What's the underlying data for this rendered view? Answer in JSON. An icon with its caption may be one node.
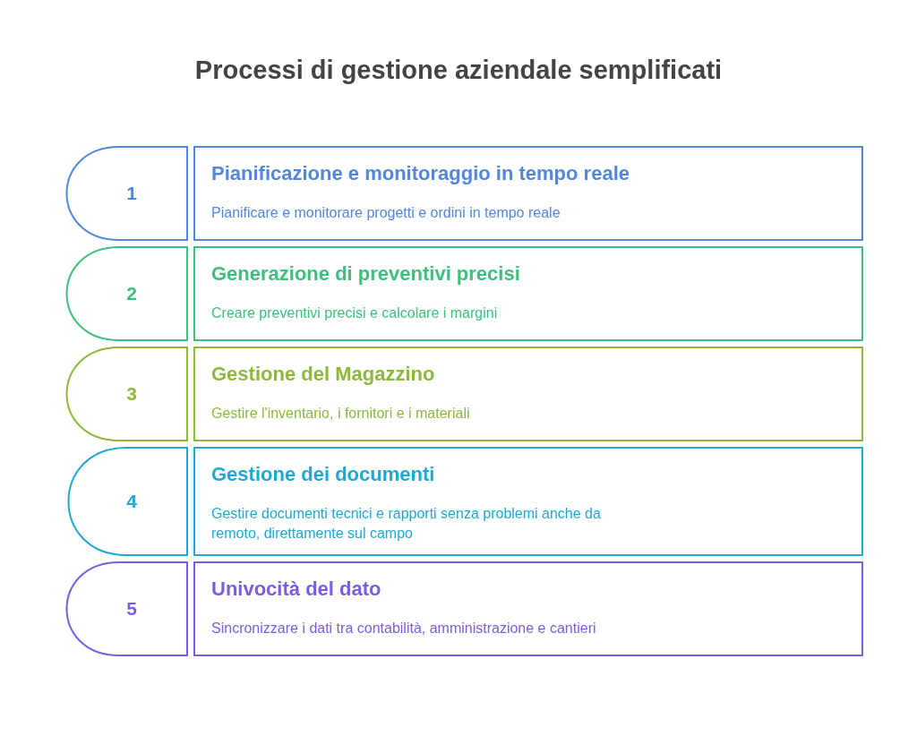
{
  "diagram": {
    "title": "Processi di gestione aziendale semplificati",
    "nodes": [
      {
        "text": [
          "1"
        ]
      },
      {
        "text": [
          "Pianificazione e monitoraggio in tempo reale",
          "Pianificare e monitorare progetti e ordini in tempo reale"
        ]
      },
      {
        "text": [
          "2"
        ]
      },
      {
        "text": [
          "Generazione di preventivi precisi",
          "Creare preventivi precisi e calcolare i margini"
        ]
      },
      {
        "text": [
          "3"
        ]
      },
      {
        "text": [
          "Gestione del Magazzino",
          "Gestire l'inventario, i fornitori e i materiali"
        ]
      },
      {
        "text": [
          "4"
        ]
      },
      {
        "text": [
          "Gestione dei documenti",
          "Gestire documenti tecnici e rapporti senza problemi anche da remoto, direttamente sul campo"
        ]
      },
      {
        "text": [
          "5"
        ]
      },
      {
        "text": [
          "Univocità del dato",
          "Sincronizzare i dati tra contabilità, amministrazione e cantieri"
        ]
      }
    ]
  }
}
